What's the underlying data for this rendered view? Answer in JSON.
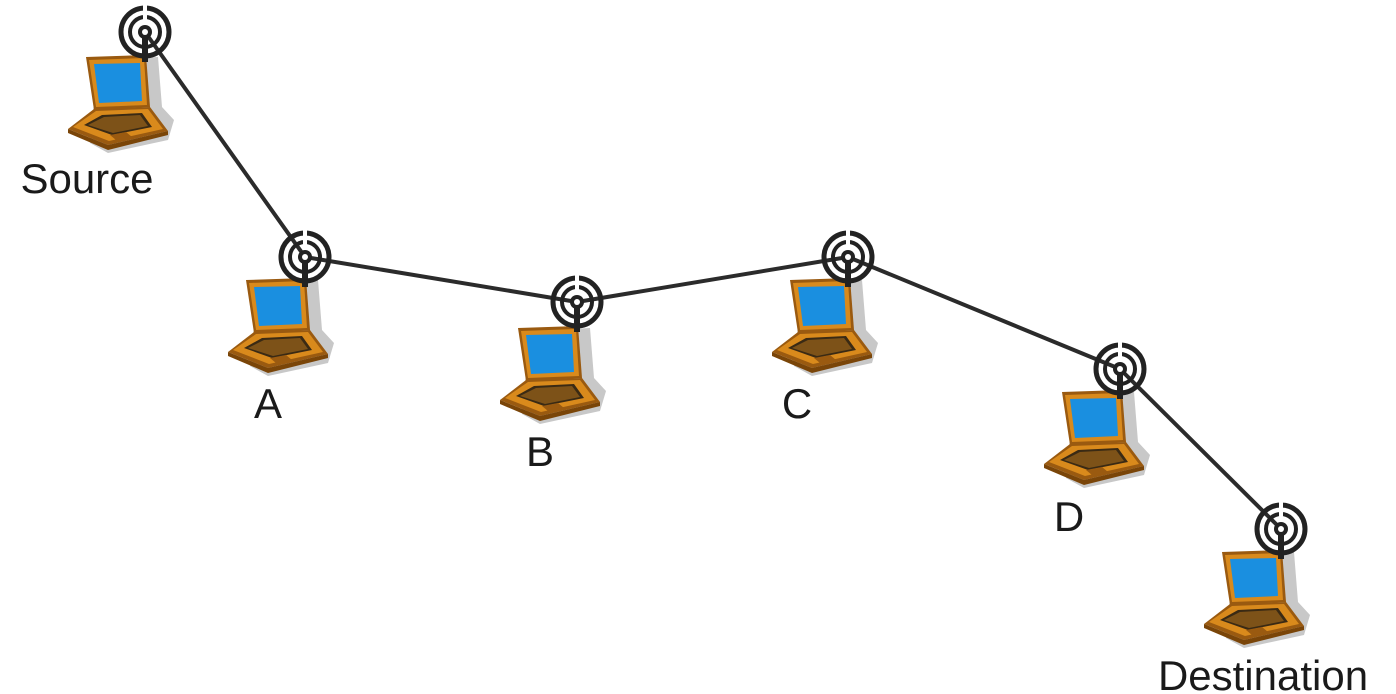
{
  "diagram": {
    "nodes": [
      {
        "id": "source",
        "label": "Source",
        "icon": "laptop-icon",
        "antenna": "wireless-antenna-icon"
      },
      {
        "id": "a",
        "label": "A",
        "icon": "laptop-icon",
        "antenna": "wireless-antenna-icon"
      },
      {
        "id": "b",
        "label": "B",
        "icon": "laptop-icon",
        "antenna": "wireless-antenna-icon"
      },
      {
        "id": "c",
        "label": "C",
        "icon": "laptop-icon",
        "antenna": "wireless-antenna-icon"
      },
      {
        "id": "d",
        "label": "D",
        "icon": "laptop-icon",
        "antenna": "wireless-antenna-icon"
      },
      {
        "id": "destination",
        "label": "Destination",
        "icon": "laptop-icon",
        "antenna": "wireless-antenna-icon"
      }
    ],
    "links": [
      {
        "from": "source",
        "to": "a"
      },
      {
        "from": "a",
        "to": "b"
      },
      {
        "from": "b",
        "to": "c"
      },
      {
        "from": "c",
        "to": "d"
      },
      {
        "from": "d",
        "to": "destination"
      }
    ],
    "colors": {
      "laptop_body": "#d98a1c",
      "laptop_dark": "#9a5a10",
      "screen": "#1a8fe0",
      "link": "#2b2b2b",
      "antenna": "#222222"
    }
  }
}
